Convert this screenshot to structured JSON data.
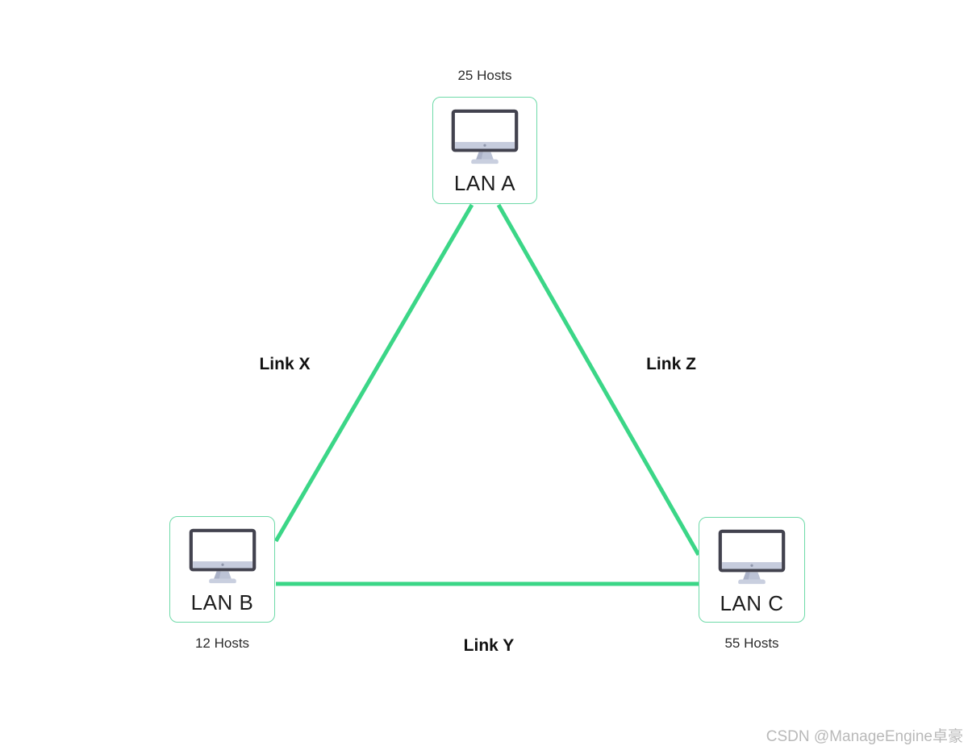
{
  "diagram": {
    "type": "network-topology",
    "nodes": [
      {
        "id": "lan-a",
        "label": "LAN A",
        "hosts": "25 Hosts",
        "icon": "desktop-computer-icon"
      },
      {
        "id": "lan-b",
        "label": "LAN B",
        "hosts": "12 Hosts",
        "icon": "desktop-computer-icon"
      },
      {
        "id": "lan-c",
        "label": "LAN C",
        "hosts": "55 Hosts",
        "icon": "desktop-computer-icon"
      }
    ],
    "links": [
      {
        "id": "link-x",
        "label": "Link X",
        "from": "lan-a",
        "to": "lan-b"
      },
      {
        "id": "link-y",
        "label": "Link Y",
        "from": "lan-b",
        "to": "lan-c"
      },
      {
        "id": "link-z",
        "label": "Link Z",
        "from": "lan-a",
        "to": "lan-c"
      }
    ],
    "colors": {
      "link_line": "#3bd687",
      "node_border": "#6edaa8",
      "node_fill": "#ffffff",
      "monitor_frame": "#42424e",
      "monitor_chin": "#c6ccdd",
      "monitor_stand": "#bcc3d6",
      "text": "#1c1c1c"
    }
  },
  "watermark": {
    "text": "CSDN @ManageEngine卓豪",
    "color": "#b9b9b9"
  }
}
